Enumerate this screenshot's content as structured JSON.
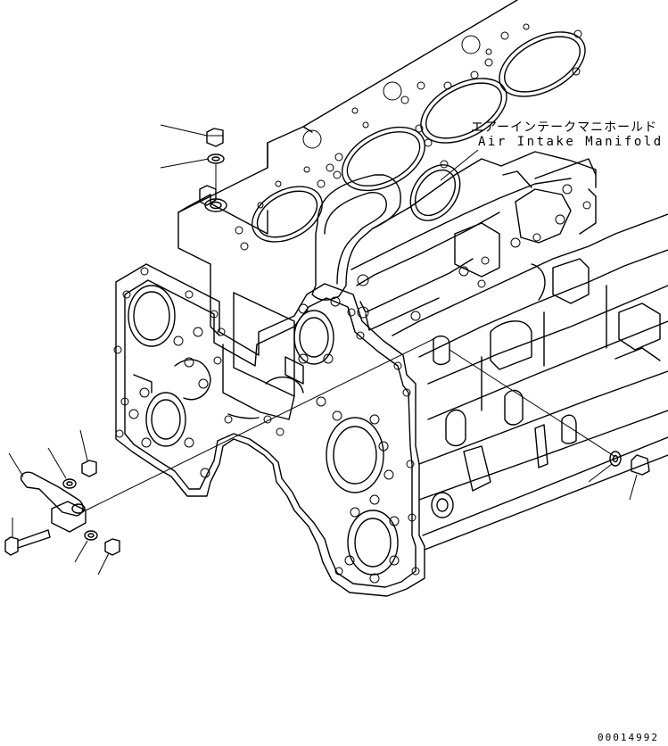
{
  "callouts": {
    "air_intake_manifold_jp": "エアーインテークマニホールド",
    "air_intake_manifold_en": "Air Intake Manifold"
  },
  "drawing_code": "00014992",
  "parts": [
    "top-plug",
    "top-washer",
    "top-pipe-fitting",
    "bracket",
    "bracket-washer",
    "bracket-plug",
    "bolt",
    "lower-washer",
    "lower-plug",
    "right-washer",
    "right-plug"
  ]
}
